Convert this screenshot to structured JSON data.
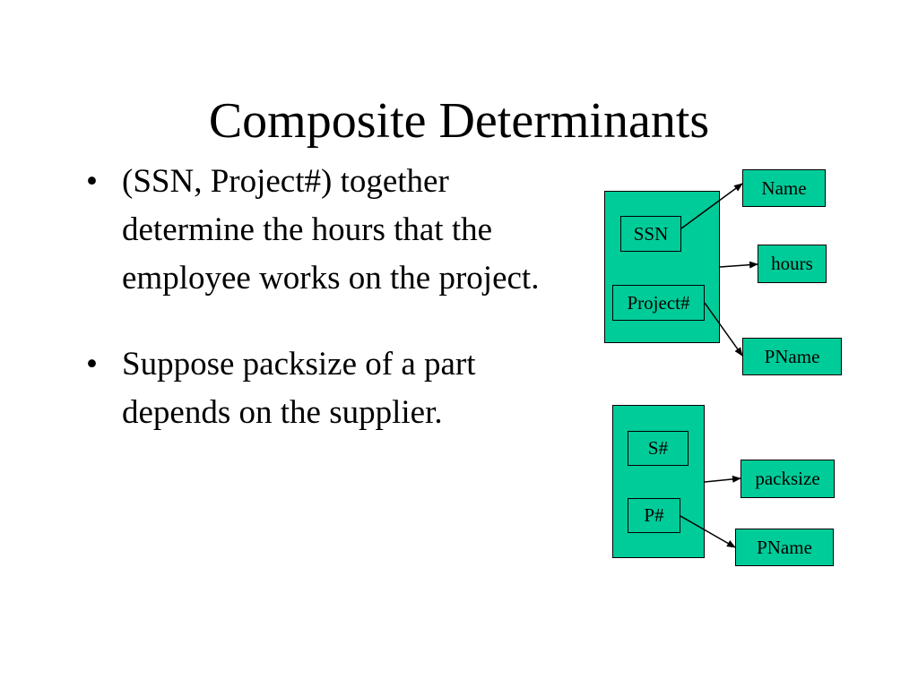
{
  "slide": {
    "title": "Composite Determinants",
    "bullets": [
      {
        "marker": "•",
        "text": "(SSN, Project#) together determine the hours that the employee works on the project."
      },
      {
        "marker": "•",
        "text": "Suppose packsize of a part depends on the supplier."
      }
    ]
  },
  "diagram_1": {
    "determinant_keys": [
      "SSN",
      "Project#"
    ],
    "targets": [
      "Name",
      "hours",
      "PName"
    ]
  },
  "diagram_2": {
    "determinant_keys": [
      "S#",
      "P#"
    ],
    "targets": [
      "packsize",
      "PName"
    ]
  },
  "colors": {
    "box_fill": "#00cc99",
    "stroke": "#000000",
    "background": "#ffffff"
  }
}
